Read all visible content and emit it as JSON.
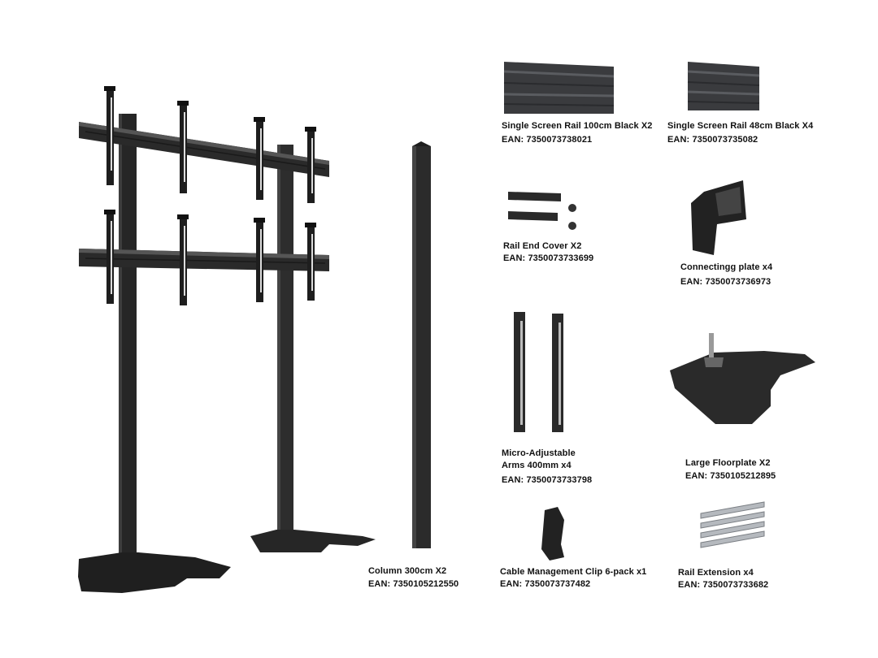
{
  "items": {
    "rail100": {
      "name": "Single Screen Rail 100cm Black X2",
      "ean": "EAN: 7350073738021"
    },
    "rail48": {
      "name": "Single Screen Rail 48cm Black X4",
      "ean": "EAN: 7350073735082"
    },
    "endcover": {
      "name": "Rail End Cover X2",
      "ean": "EAN: 7350073733699"
    },
    "plate": {
      "name": "Connectingg plate x4",
      "ean": "EAN: 7350073736973"
    },
    "arms": {
      "name_line1": "Micro-Adjustable",
      "name_line2": "Arms 400mm x4",
      "ean": "EAN: 7350073733798"
    },
    "floorplate": {
      "name": "Large Floorplate X2",
      "ean": "EAN: 7350105212895"
    },
    "column": {
      "name": "Column 300cm X2",
      "ean": "EAN: 7350105212550"
    },
    "clip": {
      "name": "Cable Management Clip 6-pack x1",
      "ean": "EAN: 7350073737482"
    },
    "extension": {
      "name": "Rail Extension x4",
      "ean": "EAN: 7350073733682"
    }
  },
  "colors": {
    "metal": "#2b2b2b",
    "rail": "#3c3d40",
    "steel": "#b9bcc0",
    "text": "#111111"
  }
}
